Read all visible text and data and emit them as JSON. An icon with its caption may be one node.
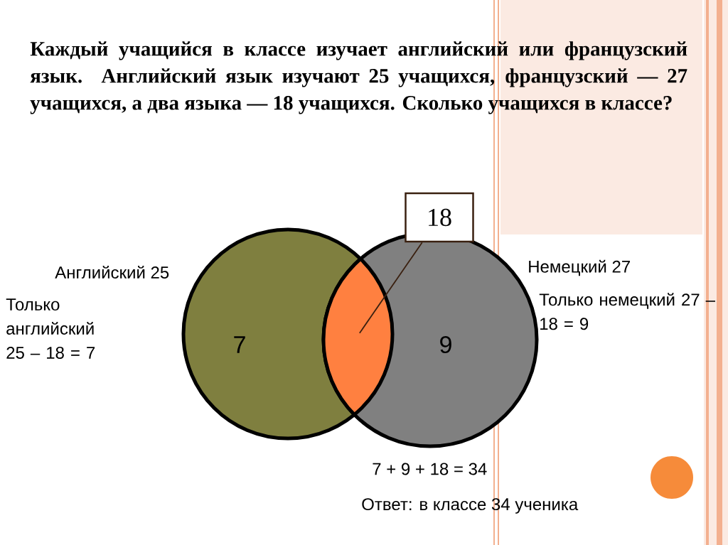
{
  "diagram": {
    "title": "Каждый учащийся в классе изучает английский или французский язык. Английский язык изучают 25 учащихся, французский — 27  учащихся, а два языка — 18 учащихся. Сколько учащихся в классе?",
    "nodes": [
      {
        "text": [
          "7"
        ]
      },
      {
        "text": [
          "9"
        ]
      },
      {
        "text": [],
        "shape": "lens"
      },
      {
        "text": [
          "18"
        ]
      }
    ],
    "edges": [
      {
        "from": 3,
        "to": 2,
        "arrow": "none"
      }
    ],
    "labels": [
      "Английский 25",
      "Немецкий 27",
      "Только английский 25 – 18 = 7",
      "Только немецкий 27 – 18 = 9",
      "7 + 9 + 18 = 34",
      "Ответ: в классе 34 ученика"
    ]
  }
}
